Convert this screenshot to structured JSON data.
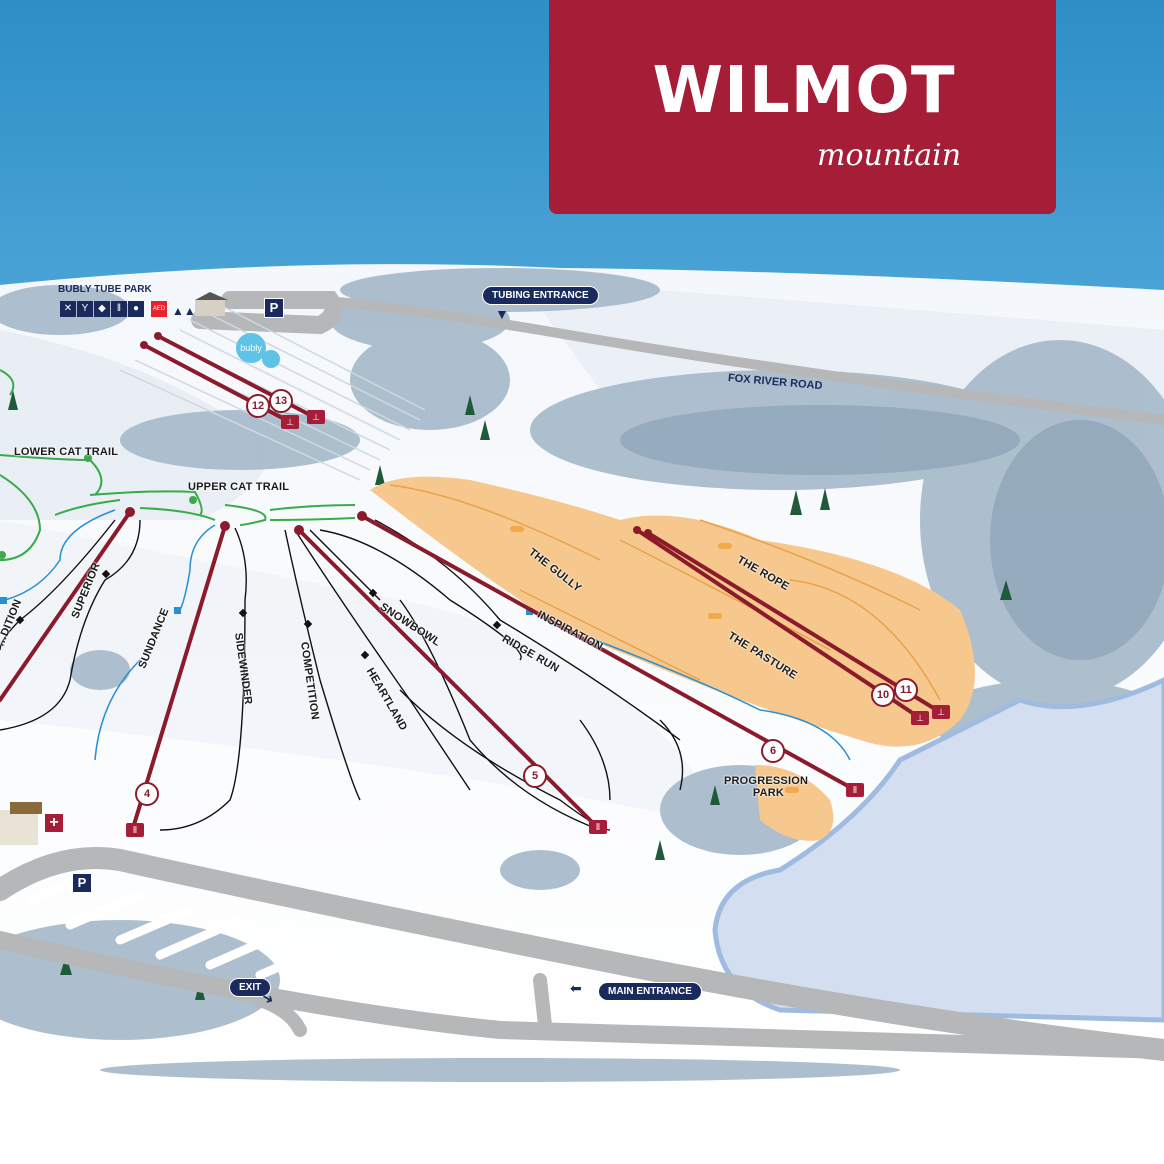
{
  "logo": {
    "title": "WILMOT",
    "subtitle": "mountain",
    "background_color": "#a61d37"
  },
  "colors": {
    "sky": "#2d8fc6",
    "snow": "#eef3f8",
    "terrain_park": "#f6c88e",
    "lift": "#8b1a2b",
    "green_trail": "#3aaa4a",
    "blue_trail": "#2a8fd0",
    "black_trail": "#111111",
    "road": "#b5b7b9",
    "lake": "#d3dff0",
    "sign_navy": "#1a2a5c"
  },
  "tube_park": {
    "title": "BUBLY TUBE PARK",
    "amenities": [
      "dining-icon",
      "bar-icon",
      "rental-icon",
      "restrooms-icon",
      "lessons-icon",
      "aed-icon",
      "mountain-icon"
    ],
    "aed_label": "AED",
    "parking": "P",
    "sponsor": "bubly"
  },
  "signs": {
    "tubing_entrance": "TUBING ENTRANCE",
    "main_entrance": "MAIN ENTRANCE",
    "exit": "EXIT",
    "parking_main": "P"
  },
  "roads": {
    "fox_river": "FOX RIVER ROAD"
  },
  "trails": {
    "green": [
      "LOWER CAT TRAIL",
      "UPPER CAT TRAIL"
    ],
    "blue": [
      "SUNDANCE",
      "INSPIRATION"
    ],
    "black": [
      "SUPERIOR",
      "SIDEWINDER",
      "COMPETITION",
      "HEARTLAND",
      "SNOWBOWL",
      "RIDGE RUN"
    ],
    "partial": [
      "…DITION"
    ],
    "terrain": [
      "THE GULLY",
      "THE ROPE",
      "THE PASTURE"
    ],
    "park": "PROGRESSION PARK"
  },
  "lifts": [
    {
      "number": "4",
      "type": "chair"
    },
    {
      "number": "5",
      "type": "chair"
    },
    {
      "number": "6",
      "type": "chair"
    },
    {
      "number": "10",
      "type": "surface"
    },
    {
      "number": "11",
      "type": "surface"
    },
    {
      "number": "12",
      "type": "surface"
    },
    {
      "number": "13",
      "type": "surface"
    }
  ],
  "first_aid": "+"
}
